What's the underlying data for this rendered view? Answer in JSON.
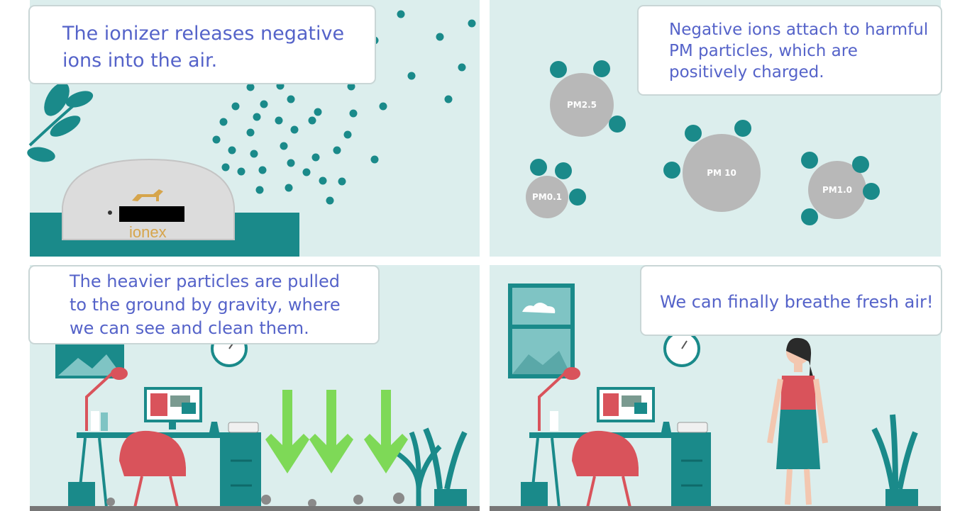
{
  "panels": {
    "one": {
      "caption": [
        "The ionizer releases negative",
        "ions into the air."
      ],
      "brand": "ionex"
    },
    "two": {
      "caption": [
        "Negative ions attach to harmful",
        "PM particles, which are",
        "positively charged."
      ],
      "particles": [
        "PM2.5",
        "PM 10",
        "PM0.1",
        "PM1.0"
      ]
    },
    "three": {
      "caption": [
        "The heavier particles are pulled",
        "to the ground by gravity, where",
        "we can see and clean them."
      ]
    },
    "four": {
      "caption": [
        "We can finally breathe fresh air!"
      ]
    }
  },
  "colors": {
    "teal": "#1a8a8a",
    "panel": "#dceeed",
    "caption_text": "#5563c9",
    "particle_grey": "#b8b8b8",
    "arrow": "#7ed957",
    "chair": "#d9535b"
  }
}
